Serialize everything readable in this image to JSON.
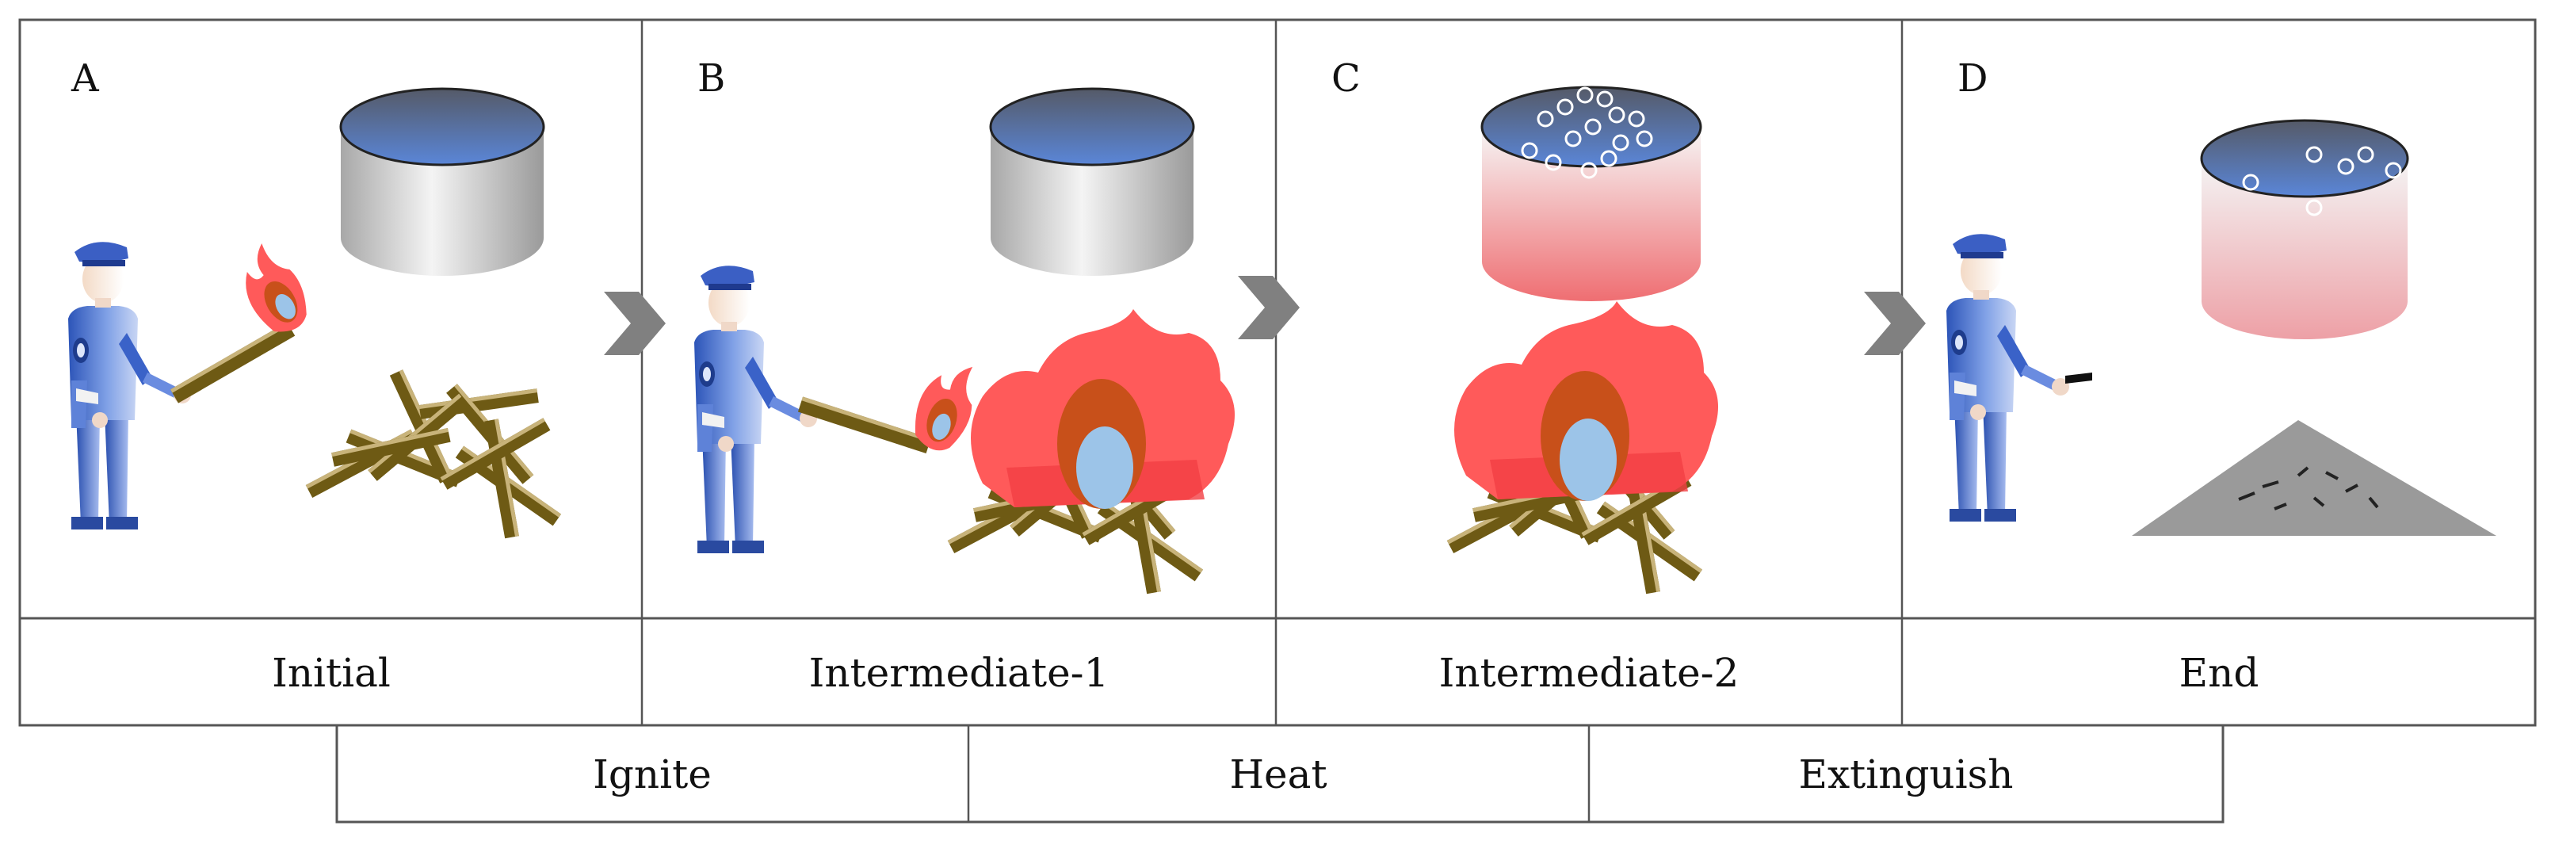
{
  "panels": [
    {
      "letter": "A",
      "stage": "Initial"
    },
    {
      "letter": "B",
      "stage": "Intermediate-1"
    },
    {
      "letter": "C",
      "stage": "Intermediate-2"
    },
    {
      "letter": "D",
      "stage": "End"
    }
  ],
  "actions": [
    "Ignite",
    "Heat",
    "Extinguish"
  ],
  "colors": {
    "border": "#555555",
    "arrow": "#808080",
    "flame": "#ff5a5a",
    "flame_inner": "#c8501a",
    "flame_core": "#9cc4e8",
    "wood": "#6e5a14",
    "water_top": "#4f74c0",
    "vessel": "#d2d2d2",
    "ash": "#9a9a9a",
    "uniform": "#3a62c8"
  },
  "icons": [
    "person-icon",
    "torch-icon",
    "vessel-icon",
    "wood-pile-icon",
    "fire-icon",
    "bubble-icon",
    "ash-pile-icon",
    "chevron-right-icon"
  ]
}
